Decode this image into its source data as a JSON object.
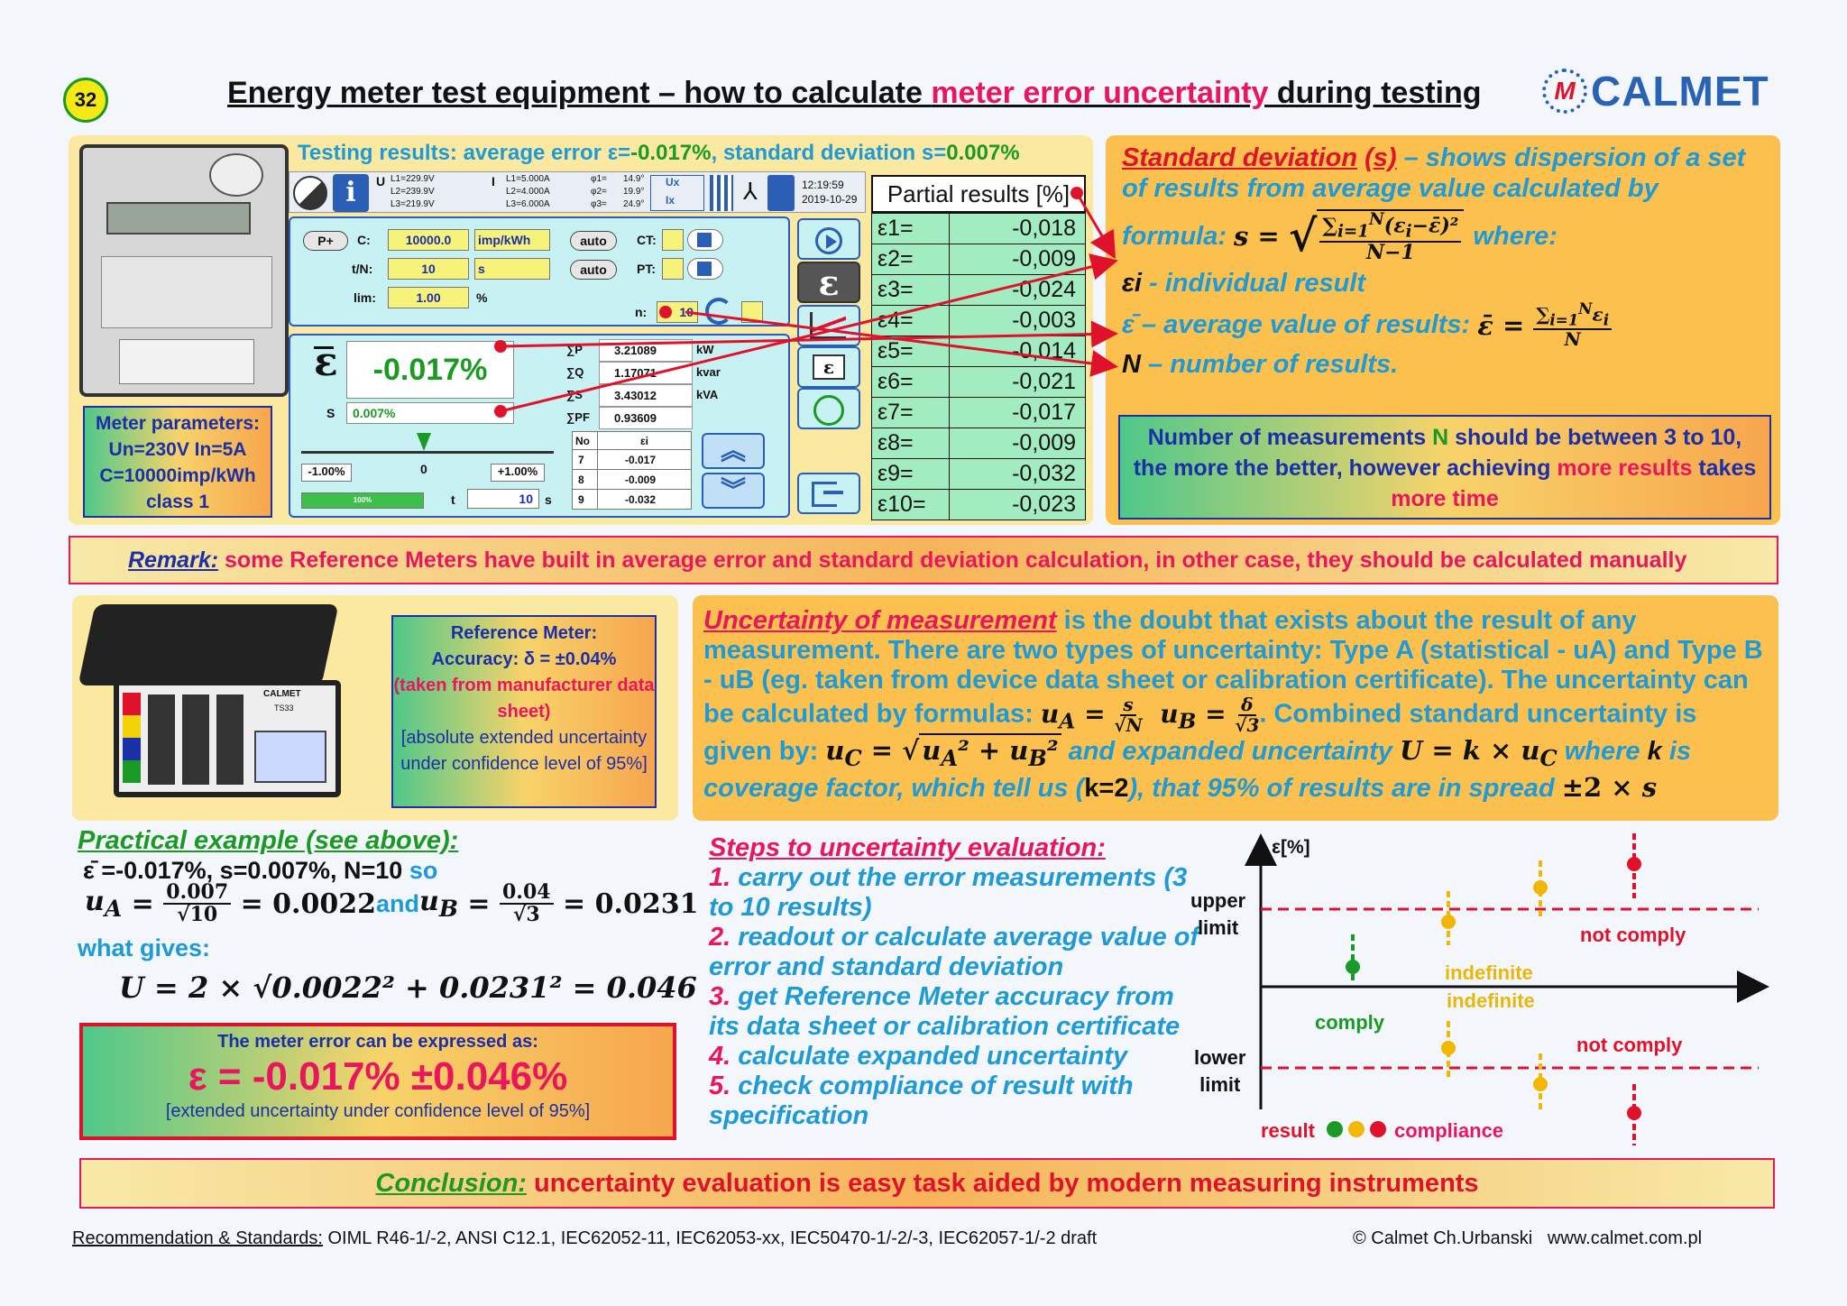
{
  "page_number": "32",
  "title": {
    "pre": "Energy meter test equipment – how to calculate ",
    "highlight": "meter error uncertainty",
    "post": " during testing"
  },
  "logo": {
    "text": "CALMET",
    "mark": "M"
  },
  "testing": {
    "line_a": "Testing results: average error ε=",
    "avg": "-0.017%",
    "line_b": ", standard deviation s=",
    "sd": "0.007%"
  },
  "meter_params": [
    "Meter parameters:",
    "Un=230V In=5A",
    "C=10000imp/kWh",
    "class 1"
  ],
  "device": {
    "u_label": "U",
    "u_vals": [
      "L1=229.9V",
      "L2=239.9V",
      "L3=219.9V"
    ],
    "i_label": "I",
    "i_vals": [
      "L1=5.000A",
      "L2=4.000A",
      "L3=6.000A"
    ],
    "phi_vals": [
      "φ1=",
      "φ2=",
      "φ3="
    ],
    "phi_nums": [
      "14.9°",
      "19.9°",
      "24.9°"
    ],
    "ux": "Ux",
    "ix": "Ix",
    "time": "12:19:59",
    "date": "2019-10-29",
    "p_btn": "P+",
    "c_label": "C:",
    "c_val": "10000.0",
    "c_unit": "imp/kWh",
    "tn_label": "t/N:",
    "tn_val": "10",
    "tn_unit": "s",
    "lim_label": "lim:",
    "lim_val": "1.00",
    "lim_unit": "%",
    "auto1": "auto",
    "auto2": "auto",
    "ct_label": "CT:",
    "pt_label": "PT:",
    "n_label": "n:",
    "n_val": "10",
    "eps_symbol": "ε",
    "eps_val": "-0.017%",
    "s_label": "S",
    "s_val": "0.007%",
    "scale_min": "-1.00%",
    "scale_mid": "0",
    "scale_max": "+1.00%",
    "progress_label": "100%",
    "t_label": "t",
    "t_val": "10",
    "t_unit": "s",
    "sums": [
      {
        "l": "∑P",
        "v": "3.21089",
        "u": "kW"
      },
      {
        "l": "∑Q",
        "v": "1.17071",
        "u": "kvar"
      },
      {
        "l": "∑S",
        "v": "3.43012",
        "u": "kVA"
      },
      {
        "l": "∑PF",
        "v": "0.93609",
        "u": ""
      }
    ],
    "no_head": [
      "No",
      "εi"
    ],
    "no_rows": [
      [
        "7",
        "-0.017"
      ],
      [
        "8",
        "-0.009"
      ],
      [
        "9",
        "-0.032"
      ]
    ]
  },
  "partial": {
    "header": "Partial results [%]",
    "rows": [
      {
        "l": "ε1=",
        "v": "-0,018"
      },
      {
        "l": "ε2=",
        "v": "-0,009"
      },
      {
        "l": "ε3=",
        "v": "-0,024"
      },
      {
        "l": "ε4=",
        "v": "-0,003"
      },
      {
        "l": "ε5=",
        "v": "-0,014"
      },
      {
        "l": "ε6=",
        "v": "-0,021"
      },
      {
        "l": "ε7=",
        "v": "-0,017"
      },
      {
        "l": "ε8=",
        "v": "-0,009"
      },
      {
        "l": "ε9=",
        "v": "-0,032"
      },
      {
        "l": "ε10=",
        "v": "-0,023"
      }
    ]
  },
  "sd_box": {
    "term": "Standard deviation",
    "sym": "(s)",
    "l1": " – shows dispersion of a set",
    "l2": "of results from average value calculated by",
    "formula_label": "formula:",
    "where": "where:",
    "ei": "εi",
    "ei_text": " - individual result",
    "avg_text": "ε̄ – average value of results:",
    "n_sym": "N",
    "n_text": " – number of results.",
    "note_a": "Number of measurements ",
    "note_n": "N",
    "note_b": " should be between 3 to 10, the more the better, however achieving ",
    "note_c": "more results",
    "note_d": " takes ",
    "note_e": "more time"
  },
  "remark": {
    "label": "Remark:",
    "text": " some Reference Meters have built in average error and standard deviation calculation, in other case, they should be calculated manually"
  },
  "ref_meter": {
    "title": "Reference Meter:",
    "accuracy": "Accuracy: δ = ±0.04%",
    "taken": "(taken from manufacturer data sheet)",
    "abs": "[absolute extended uncertainty under confidence level of 95%]",
    "device_brand": "CALMET",
    "device_model": "TS33"
  },
  "uncert": {
    "term": "Uncertainty of measurement",
    "t1": " is the doubt that exists about the result of any measurement. There are two types of uncertainty: Type A (statistical - uA) and Type B - uB (eg. taken from device data sheet or calibration certificate). The uncertainty can be calculated by formulas:",
    "t2": ". Combined standard uncertainty",
    "t3": "is given by:",
    "t4": "and expanded uncertainty",
    "t5": "where",
    "t6": "is",
    "t7": "coverage factor, which tell us (",
    "k2": "k=2",
    "t8": "), that 95% of results are in spread"
  },
  "practical": {
    "title": "Practical example (see above):",
    "line1": "ε̄ =-0.017%, s=0.007%, N=10",
    "so": " so",
    "ua_num": "0.007",
    "ua_den": "√10",
    "ua_val": "= 0.0022",
    "and": " and ",
    "ub_num": "0.04",
    "ub_den": "√3",
    "ub_val": "= 0.0231",
    "what": "what gives:",
    "u_eq": "U = 2 × √0.0022² + 0.0231² = 0.046"
  },
  "result_box": {
    "caption": "The meter error can be expressed as:",
    "value": "ε = -0.017% ±0.046%",
    "note": "[extended uncertainty under confidence level of 95%]"
  },
  "steps": {
    "title": "Steps to uncertainty evaluation:",
    "items": [
      {
        "n": "1.",
        "t": "carry out the error measurements (3 to 10 results)"
      },
      {
        "n": "2.",
        "t": "readout or calculate average value of error and standard deviation"
      },
      {
        "n": "3.",
        "t": "get Reference Meter accuracy from its data sheet or calibration certificate"
      },
      {
        "n": "4.",
        "t": "calculate expanded uncertainty"
      },
      {
        "n": "5.",
        "t": "check compliance of result with specification"
      }
    ]
  },
  "diagram": {
    "y_axis": "ε[%]",
    "upper": [
      "upper",
      "limit"
    ],
    "lower": [
      "lower",
      "limit"
    ],
    "not_comply_top": "not comply",
    "not_comply_bot": "not comply",
    "indef_1": "indefinite",
    "indef_2": "indefinite",
    "comply": "comply",
    "legend_a": "result",
    "legend_b": "compliance",
    "colors": {
      "green": "#1a9a24",
      "yellow": "#f2b705",
      "red": "#e0122b"
    }
  },
  "conclusion": {
    "label": "Conclusion:",
    "text": " uncertainty evaluation is easy task aided by modern measuring instruments"
  },
  "footer": {
    "rec_label": "Recommendation & Standards:",
    "rec_text": " OIML R46-1/-2, ANSI C12.1, IEC62052-11, IEC62053-xx, IEC50470-1/-2/-3, IEC62057-1/-2 draft",
    "copy": "© Calmet Ch.Urbanski",
    "url": "www.calmet.com.pl"
  }
}
